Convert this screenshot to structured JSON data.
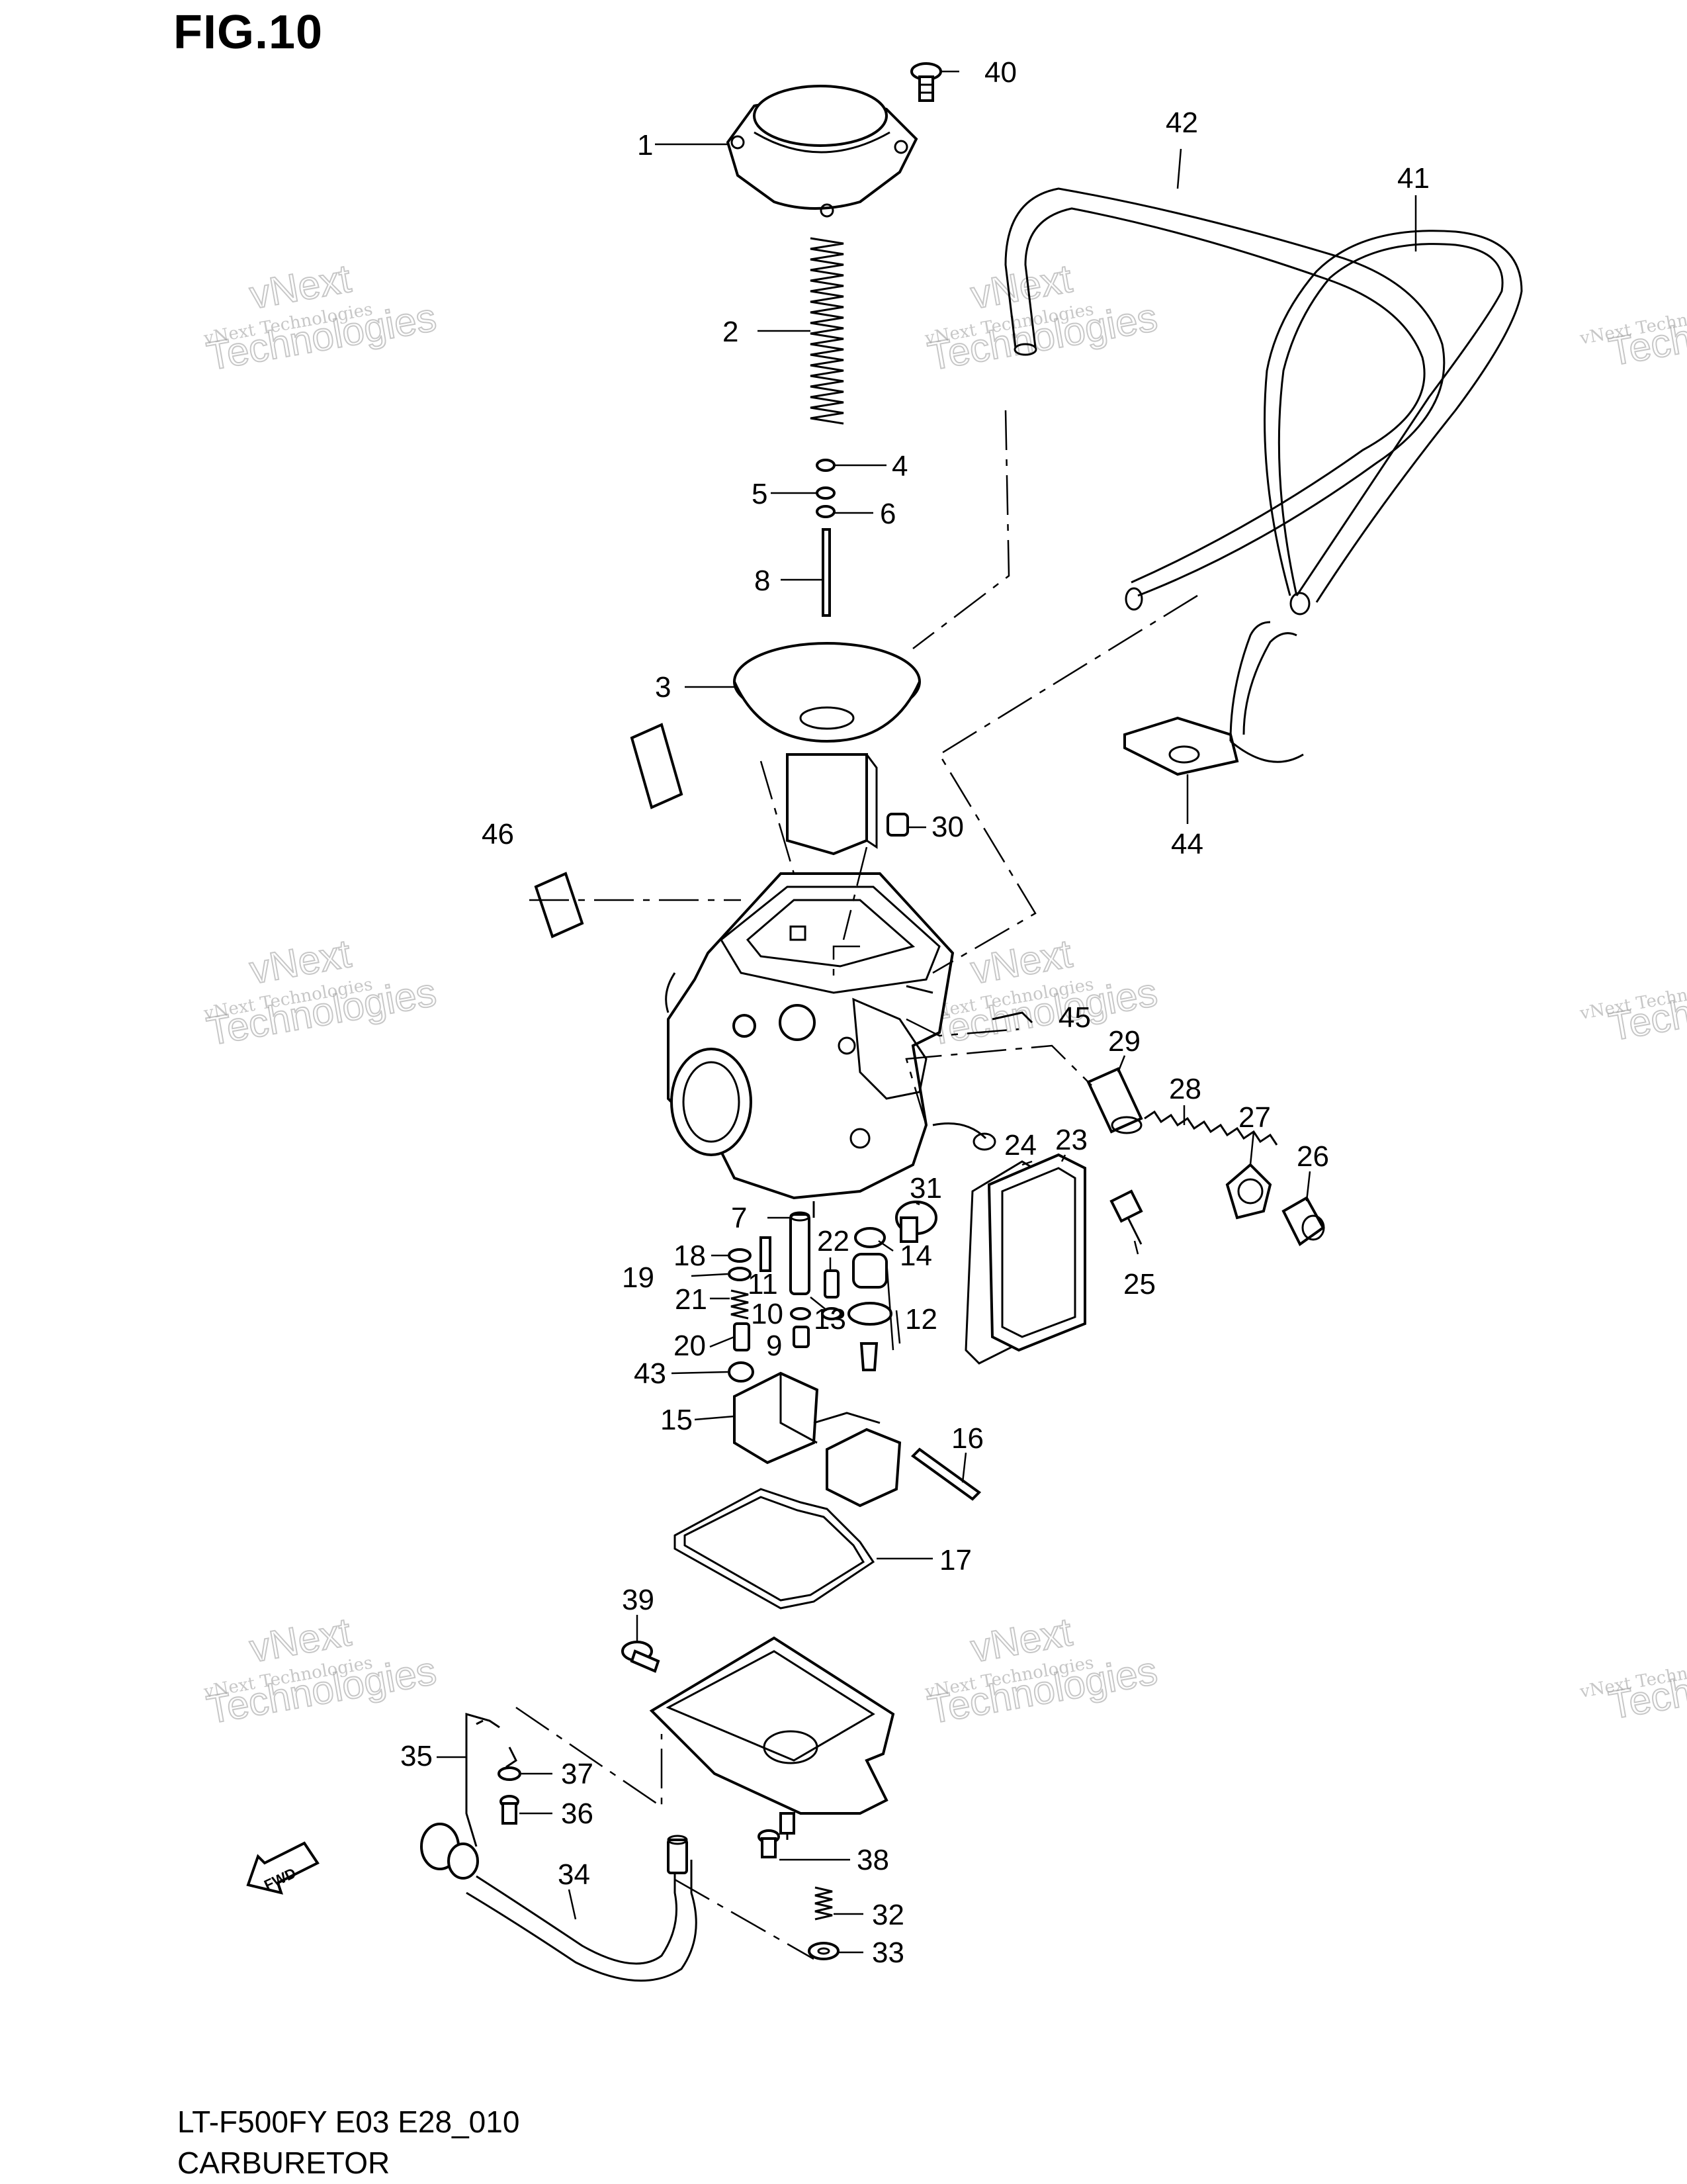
{
  "figure": {
    "title": "FIG.10",
    "model_code": "LT-F500FY E03 E28_010",
    "section_name": "CARBURETOR"
  },
  "watermark": {
    "line1": "vNext Technologies",
    "line2": "vNext",
    "line3": "Technologies"
  },
  "fwd_label": "FWD",
  "callouts": [
    "1",
    "2",
    "3",
    "4",
    "5",
    "6",
    "8",
    "9",
    "10",
    "11",
    "12",
    "13",
    "14",
    "15",
    "16",
    "17",
    "18",
    "19",
    "20",
    "21",
    "22",
    "23",
    "24",
    "25",
    "26",
    "27",
    "28",
    "29",
    "30",
    "31",
    "32",
    "33",
    "34",
    "35",
    "36",
    "37",
    "38",
    "39",
    "40",
    "41",
    "42",
    "43",
    "44",
    "45",
    "46",
    "7"
  ]
}
